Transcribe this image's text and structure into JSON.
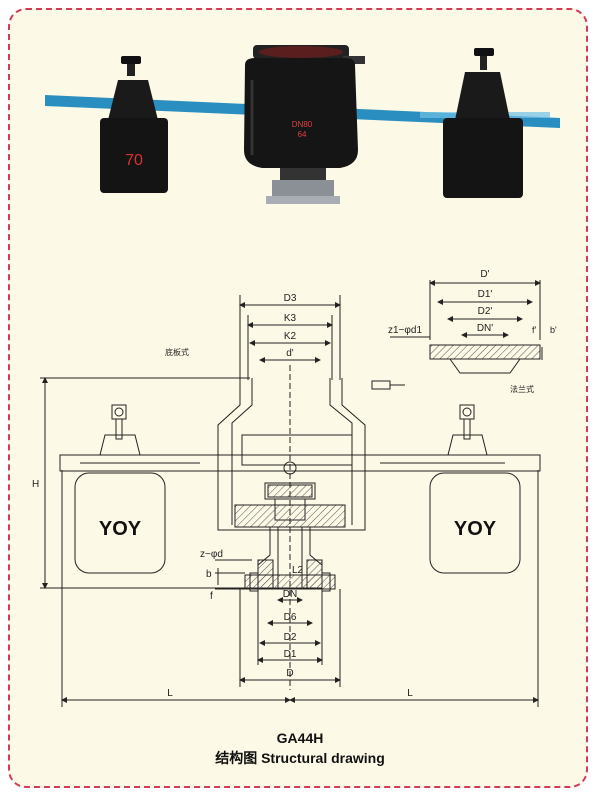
{
  "photo": {
    "counterweight_left_label": "70",
    "body_label_line1": "DN80",
    "body_label_line2": "64"
  },
  "drawing": {
    "dims": {
      "D3": "D3",
      "K3": "K3",
      "K2": "K2",
      "d_prime": "d'",
      "H": "H",
      "zd": "z−φd",
      "b": "b",
      "f": "f",
      "L2": "L2",
      "DN": "DN",
      "D6": "D6",
      "D2": "D2",
      "D1": "D1",
      "D": "D",
      "L_left": "L",
      "L_right": "L"
    },
    "detail": {
      "D_prime": "D'",
      "D1_prime": "D1'",
      "D2_prime": "D2'",
      "DN_prime": "DN'",
      "z1d1": "z1−φd1",
      "f_prime": "f'",
      "b_prime": "b'"
    },
    "weight_left": "YOY",
    "weight_right": "YOY",
    "note_left": "底板式",
    "note_right": "法兰式"
  },
  "caption": {
    "model": "GA44H",
    "title": "结构图 Structural drawing"
  }
}
